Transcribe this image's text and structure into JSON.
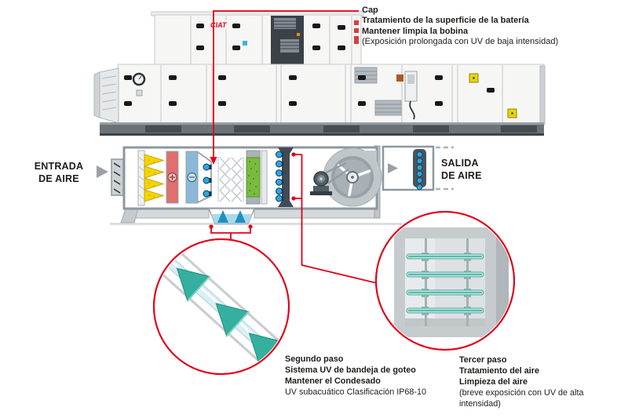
{
  "brand": {
    "logo_text": "CIAT"
  },
  "callouts": {
    "coil_treatment": {
      "title": "Cap",
      "line1": "Tratamiento de la superficie de la batería",
      "line2": "Mantener limpia la bobina",
      "note": "(Exposición prolongada con UV de baja intensidad)"
    },
    "step2": {
      "title": "Segundo paso",
      "line1": "Sistema UV de bandeja de goteo",
      "line2": "Mantener el Condesado",
      "note": "UV subacuático Clasificación IP68-10"
    },
    "step3": {
      "title": "Tercer paso",
      "line1": "Tratamiento del aire",
      "line2": "Limpieza del aire",
      "note": "(breve exposición con UV de alta intensidad)"
    }
  },
  "flow": {
    "inlet": {
      "line1": "ENTRADA",
      "line2": "DE AIRE"
    },
    "outlet": {
      "line1": "SALIDA",
      "line2": "DE AIRE"
    }
  },
  "colors": {
    "annotation_red": "#e2001a",
    "uv_lamp_cyan": "#2ba7dc",
    "uv_cone_teal": "#35b0a0",
    "filter_yellow": "#f2d500",
    "heating_coil_red": "#e06e6e",
    "cooling_coil_blue": "#8bb8d8",
    "filter_green": "#79ba3f"
  }
}
